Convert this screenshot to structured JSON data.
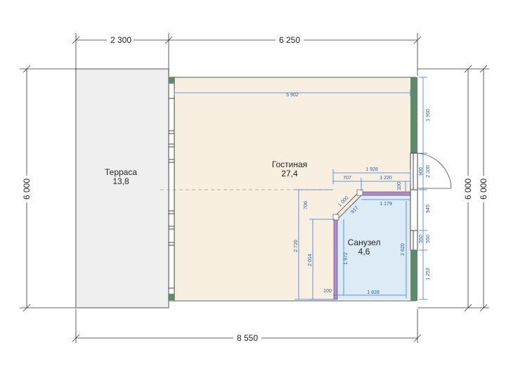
{
  "rooms": {
    "terrace": {
      "name": "Терраса",
      "area": "13,8"
    },
    "living": {
      "name": "Гостиная",
      "area": "27,4"
    },
    "bathroom": {
      "name": "Санузел",
      "area": "4,6"
    }
  },
  "outer_dims": {
    "top_left": "2 300",
    "top_right": "6 250",
    "bottom": "8 550",
    "left": "6 000",
    "right_inner": "6 000",
    "right_outer": "6 000"
  },
  "inner_dims": {
    "living_width": "5 902",
    "right_1950": "1 950",
    "right_2100": "2 100",
    "right_900": "900",
    "right_945": "945",
    "right_550a": "550",
    "right_550b": "550",
    "right_1253": "1 253",
    "bath_1928": "1 928",
    "bath_707": "707",
    "bath_1220": "1 220",
    "bath_100a": "100",
    "bath_1179": "1 179",
    "bath_1000": "1 000",
    "bath_917": "917",
    "bath_706": "706",
    "bath_2720": "2 720",
    "bath_2014": "2 014",
    "bath_1972": "1 972",
    "bath_2620": "2 620",
    "bath_100b": "100",
    "bath_1828": "1 828"
  },
  "colors": {
    "terrace_fill": "#efefef",
    "living_fill": "#f8efe1",
    "bath_fill": "#dcebf5",
    "wall_green": "#5e8a6a",
    "partition": "#b48bd0",
    "dim_blue": "#3a7bd5"
  }
}
